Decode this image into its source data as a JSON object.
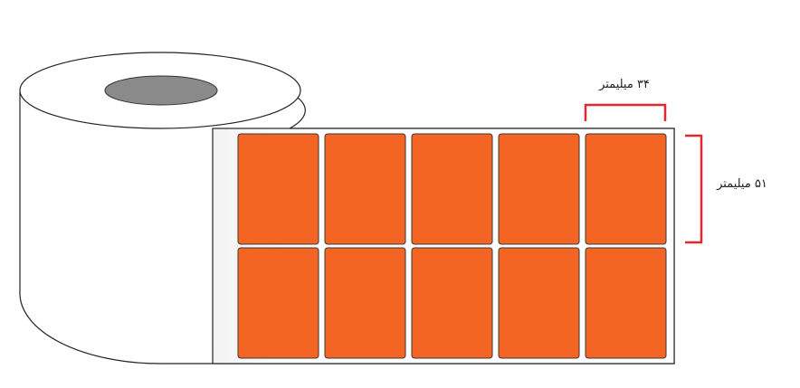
{
  "diagram": {
    "label_color": "#f46524",
    "label_border_color": "#3a3a3a",
    "roll_fill": "#ffffff",
    "core_color": "#8a8a8a",
    "bracket_color": "#e0282e",
    "rows": 2,
    "columns": 5,
    "dimensions": {
      "width_label": "۳۴ میلیمتر",
      "height_label": "۵۱ میلیمتر"
    }
  }
}
